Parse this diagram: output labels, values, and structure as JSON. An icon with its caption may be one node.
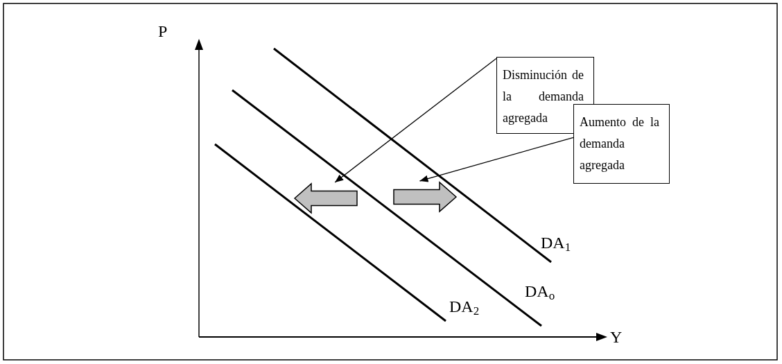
{
  "diagram": {
    "nodes": [
      {
        "text": [
          "Disminución de la demanda agregada"
        ]
      },
      {
        "text": [
          "Aumento de la demanda agregada"
        ]
      },
      {
        "text": [],
        "shape": "arrow"
      },
      {
        "text": [],
        "shape": "arrow"
      }
    ],
    "edges": [
      {
        "from": 0,
        "to": 2,
        "arrow": "to"
      },
      {
        "from": 1,
        "to": 3,
        "arrow": "to"
      }
    ],
    "labels": [
      "P",
      "DA$_{1}$",
      "DA$_{o}$",
      "DA$_{2}$",
      "Y"
    ]
  }
}
